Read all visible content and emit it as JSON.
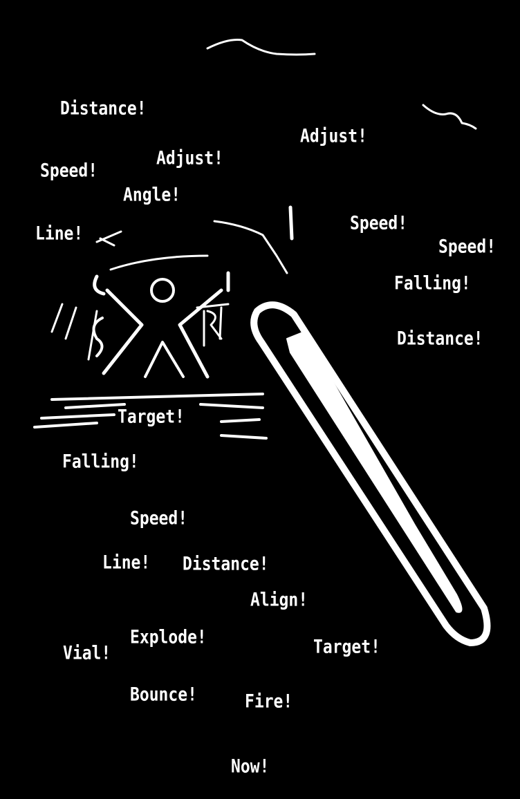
{
  "colors": {
    "background": "#000000",
    "foreground": "#ffffff"
  },
  "words": [
    {
      "text": "Distance!"
    },
    {
      "text": "Adjust!"
    },
    {
      "text": "Adjust!"
    },
    {
      "text": "Speed!"
    },
    {
      "text": "Angle!"
    },
    {
      "text": "Line!"
    },
    {
      "text": "Speed!"
    },
    {
      "text": "Speed!"
    },
    {
      "text": "Falling!"
    },
    {
      "text": "Distance!"
    },
    {
      "text": "Target!"
    },
    {
      "text": "Falling!"
    },
    {
      "text": "Speed!"
    },
    {
      "text": "Line!"
    },
    {
      "text": "Distance!"
    },
    {
      "text": "Align!"
    },
    {
      "text": "Explode!"
    },
    {
      "text": "Vial!"
    },
    {
      "text": "Target!"
    },
    {
      "text": "Bounce!"
    },
    {
      "text": "Fire!"
    },
    {
      "text": "Now!"
    }
  ]
}
